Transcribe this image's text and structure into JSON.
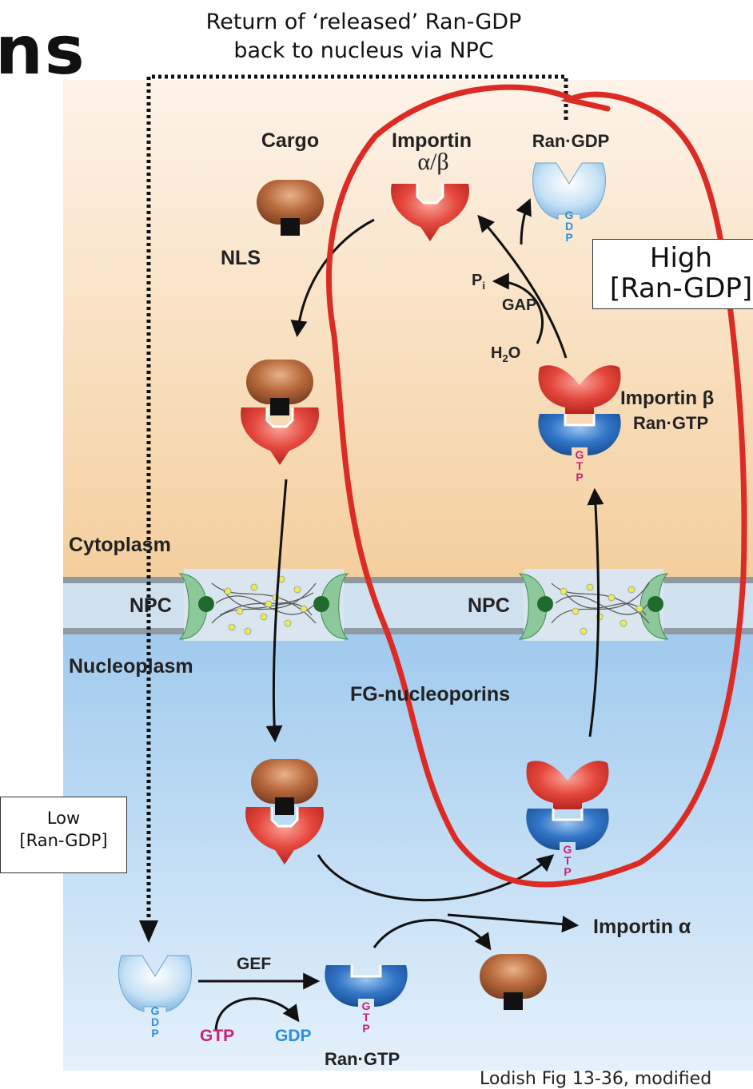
{
  "slide": {
    "title_fragment": "ns",
    "return_note_line1": "Return of ‘released’ Ran-GDP",
    "return_note_line2": "back to nucleus via NPC",
    "high_box_line1": "High",
    "high_box_line2": "[Ran-GDP]",
    "low_box_line1": "Low",
    "low_box_line2": "[Ran-GDP]",
    "credit": "Lodish Fig 13-36, modified"
  },
  "diagram": {
    "cargo": "Cargo",
    "importin_ab_line1": "Importin",
    "importin_ab_line2": "α/β",
    "ran_gdp_top": "Ran·GDP",
    "nls": "NLS",
    "pi": "P",
    "pi_sub": "i",
    "gap": "GAP",
    "h2o_a": "H",
    "h2o_sub": "2",
    "h2o_b": "O",
    "importin_beta": "Importin β",
    "ran_gtp_right": "Ran·GTP",
    "cytoplasm": "Cytoplasm",
    "npc_left": "NPC",
    "npc_right": "NPC",
    "nucleoplasm": "Nucleoplasm",
    "fg_nucleoporins": "FG-nucleoporins",
    "importin_alpha": "Importin α",
    "gef": "GEF",
    "gtp": "GTP",
    "gdp": "GDP",
    "ran_gtp_bottom": "Ran·GTP"
  },
  "colors": {
    "cytoplasm_top": "#fbeee0",
    "cytoplasm_bottom": "#f5d2a3",
    "nucleoplasm_top": "#9dc8ec",
    "nucleoplasm_bottom": "#ddeefa",
    "membrane": "#cfe0ee",
    "cargo": "#b5693c",
    "importin_red": "#e2433a",
    "ran_gtp_blue": "#2f6fc1",
    "ran_gdp_light": "#bcdcf3",
    "magenta": "#cc1f7a",
    "gdp_blue": "#2b8fd9",
    "annotation_red": "#dc2a25",
    "npc_green": "#8cc89a"
  }
}
